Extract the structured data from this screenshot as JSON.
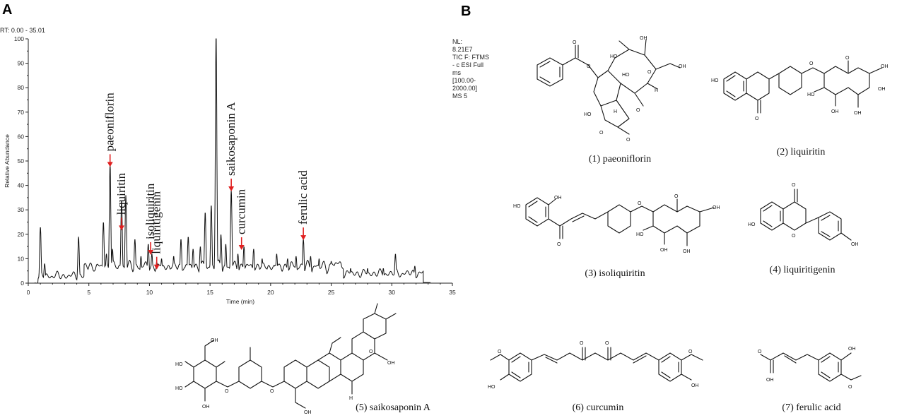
{
  "panels": {
    "a": "A",
    "b": "B"
  },
  "rt_range": "RT: 0.00 - 35.01",
  "nl_info": [
    "NL:",
    "8.21E7",
    "TIC F: FTMS",
    "- c ESI Full",
    "ms",
    "[100.00-",
    "2000.00]",
    "MS 5"
  ],
  "chart_data": {
    "type": "line",
    "title": "",
    "xlabel": "Time (min)",
    "ylabel": "Relative Abundance",
    "xlim": [
      0,
      35
    ],
    "ylim": [
      0,
      100
    ],
    "xticks": [
      0,
      5,
      10,
      15,
      20,
      25,
      30,
      35
    ],
    "yticks": [
      0,
      10,
      20,
      30,
      40,
      50,
      60,
      70,
      80,
      90,
      100
    ],
    "grid": false,
    "baseline": 3,
    "peaks": [
      {
        "x": 1.0,
        "y": 23
      },
      {
        "x": 1.35,
        "y": 8
      },
      {
        "x": 4.15,
        "y": 19
      },
      {
        "x": 6.2,
        "y": 23
      },
      {
        "x": 6.45,
        "y": 10
      },
      {
        "x": 6.75,
        "y": 47
      },
      {
        "x": 6.95,
        "y": 12
      },
      {
        "x": 7.7,
        "y": 32
      },
      {
        "x": 8.05,
        "y": 34
      },
      {
        "x": 8.8,
        "y": 16
      },
      {
        "x": 9.3,
        "y": 9
      },
      {
        "x": 9.9,
        "y": 14
      },
      {
        "x": 10.2,
        "y": 10
      },
      {
        "x": 10.6,
        "y": 7
      },
      {
        "x": 11.0,
        "y": 8
      },
      {
        "x": 12.0,
        "y": 9
      },
      {
        "x": 12.6,
        "y": 16
      },
      {
        "x": 13.2,
        "y": 17
      },
      {
        "x": 13.6,
        "y": 12
      },
      {
        "x": 14.2,
        "y": 13
      },
      {
        "x": 14.6,
        "y": 27
      },
      {
        "x": 15.1,
        "y": 30
      },
      {
        "x": 15.5,
        "y": 100
      },
      {
        "x": 15.9,
        "y": 18
      },
      {
        "x": 16.3,
        "y": 14
      },
      {
        "x": 16.75,
        "y": 36
      },
      {
        "x": 17.3,
        "y": 10
      },
      {
        "x": 17.8,
        "y": 13
      },
      {
        "x": 18.6,
        "y": 12
      },
      {
        "x": 19.3,
        "y": 8
      },
      {
        "x": 20.5,
        "y": 10
      },
      {
        "x": 21.4,
        "y": 8
      },
      {
        "x": 22.1,
        "y": 9
      },
      {
        "x": 22.7,
        "y": 16
      },
      {
        "x": 23.3,
        "y": 9
      },
      {
        "x": 24.0,
        "y": 8
      },
      {
        "x": 25.0,
        "y": 7
      },
      {
        "x": 26.6,
        "y": 6
      },
      {
        "x": 28.0,
        "y": 6
      },
      {
        "x": 29.3,
        "y": 6
      },
      {
        "x": 30.3,
        "y": 12
      },
      {
        "x": 31.9,
        "y": 7
      }
    ],
    "annotations": [
      {
        "label": "paeoniflorin",
        "x": 6.75,
        "y": 47
      },
      {
        "label": "liquiritin",
        "x": 7.7,
        "y": 21
      },
      {
        "label": "isoliquiritin",
        "x": 10.1,
        "y": 11
      },
      {
        "label": "liquiritigenin",
        "x": 10.6,
        "y": 5
      },
      {
        "label": "saikosaponin A",
        "x": 16.75,
        "y": 37
      },
      {
        "label": "curcumin",
        "x": 17.6,
        "y": 13
      },
      {
        "label": "ferulic acid",
        "x": 22.7,
        "y": 17
      }
    ]
  },
  "compounds": [
    {
      "caption": "(1) paeoniflorin"
    },
    {
      "caption": "(2) liquiritin"
    },
    {
      "caption": "(3) isoliquiritin"
    },
    {
      "caption": "(4) liquiritigenin"
    },
    {
      "caption": "(5) saikosaponin A"
    },
    {
      "caption": "(6) curcumin"
    },
    {
      "caption": "(7) ferulic acid"
    }
  ],
  "atoms": {
    "oh": "OH",
    "ho": "HO",
    "o": "O",
    "h": "H"
  }
}
